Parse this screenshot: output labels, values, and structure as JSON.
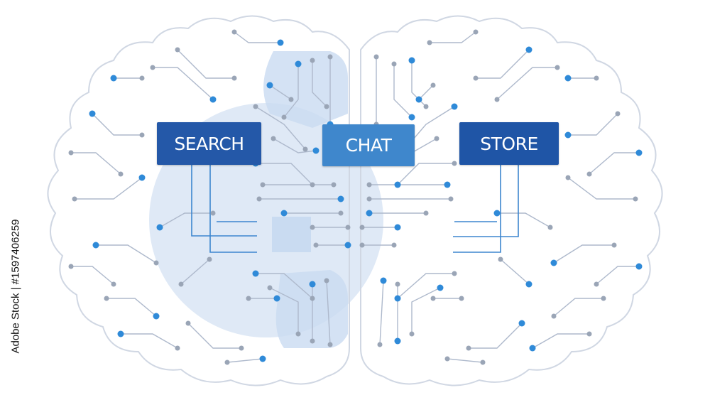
{
  "labels": {
    "search": "SEARCH",
    "chat": "CHAT",
    "store": "STORE"
  },
  "colors": {
    "search_box": "#2458a8",
    "chat_box": "#3f87cc",
    "store_box": "#1f55a6",
    "outline": "#cfd6e2",
    "circuit_line": "#aeb9cc",
    "node_blue": "#2f8ad8",
    "node_gray": "#9aa5b6",
    "highlight": "#dde8f6",
    "accent_line": "#3d86cf"
  },
  "icons": {
    "brain": "brain-outline-icon",
    "circuit": "circuit-trace-icon"
  },
  "stock_id": "Adobe Stock | #1597406259"
}
